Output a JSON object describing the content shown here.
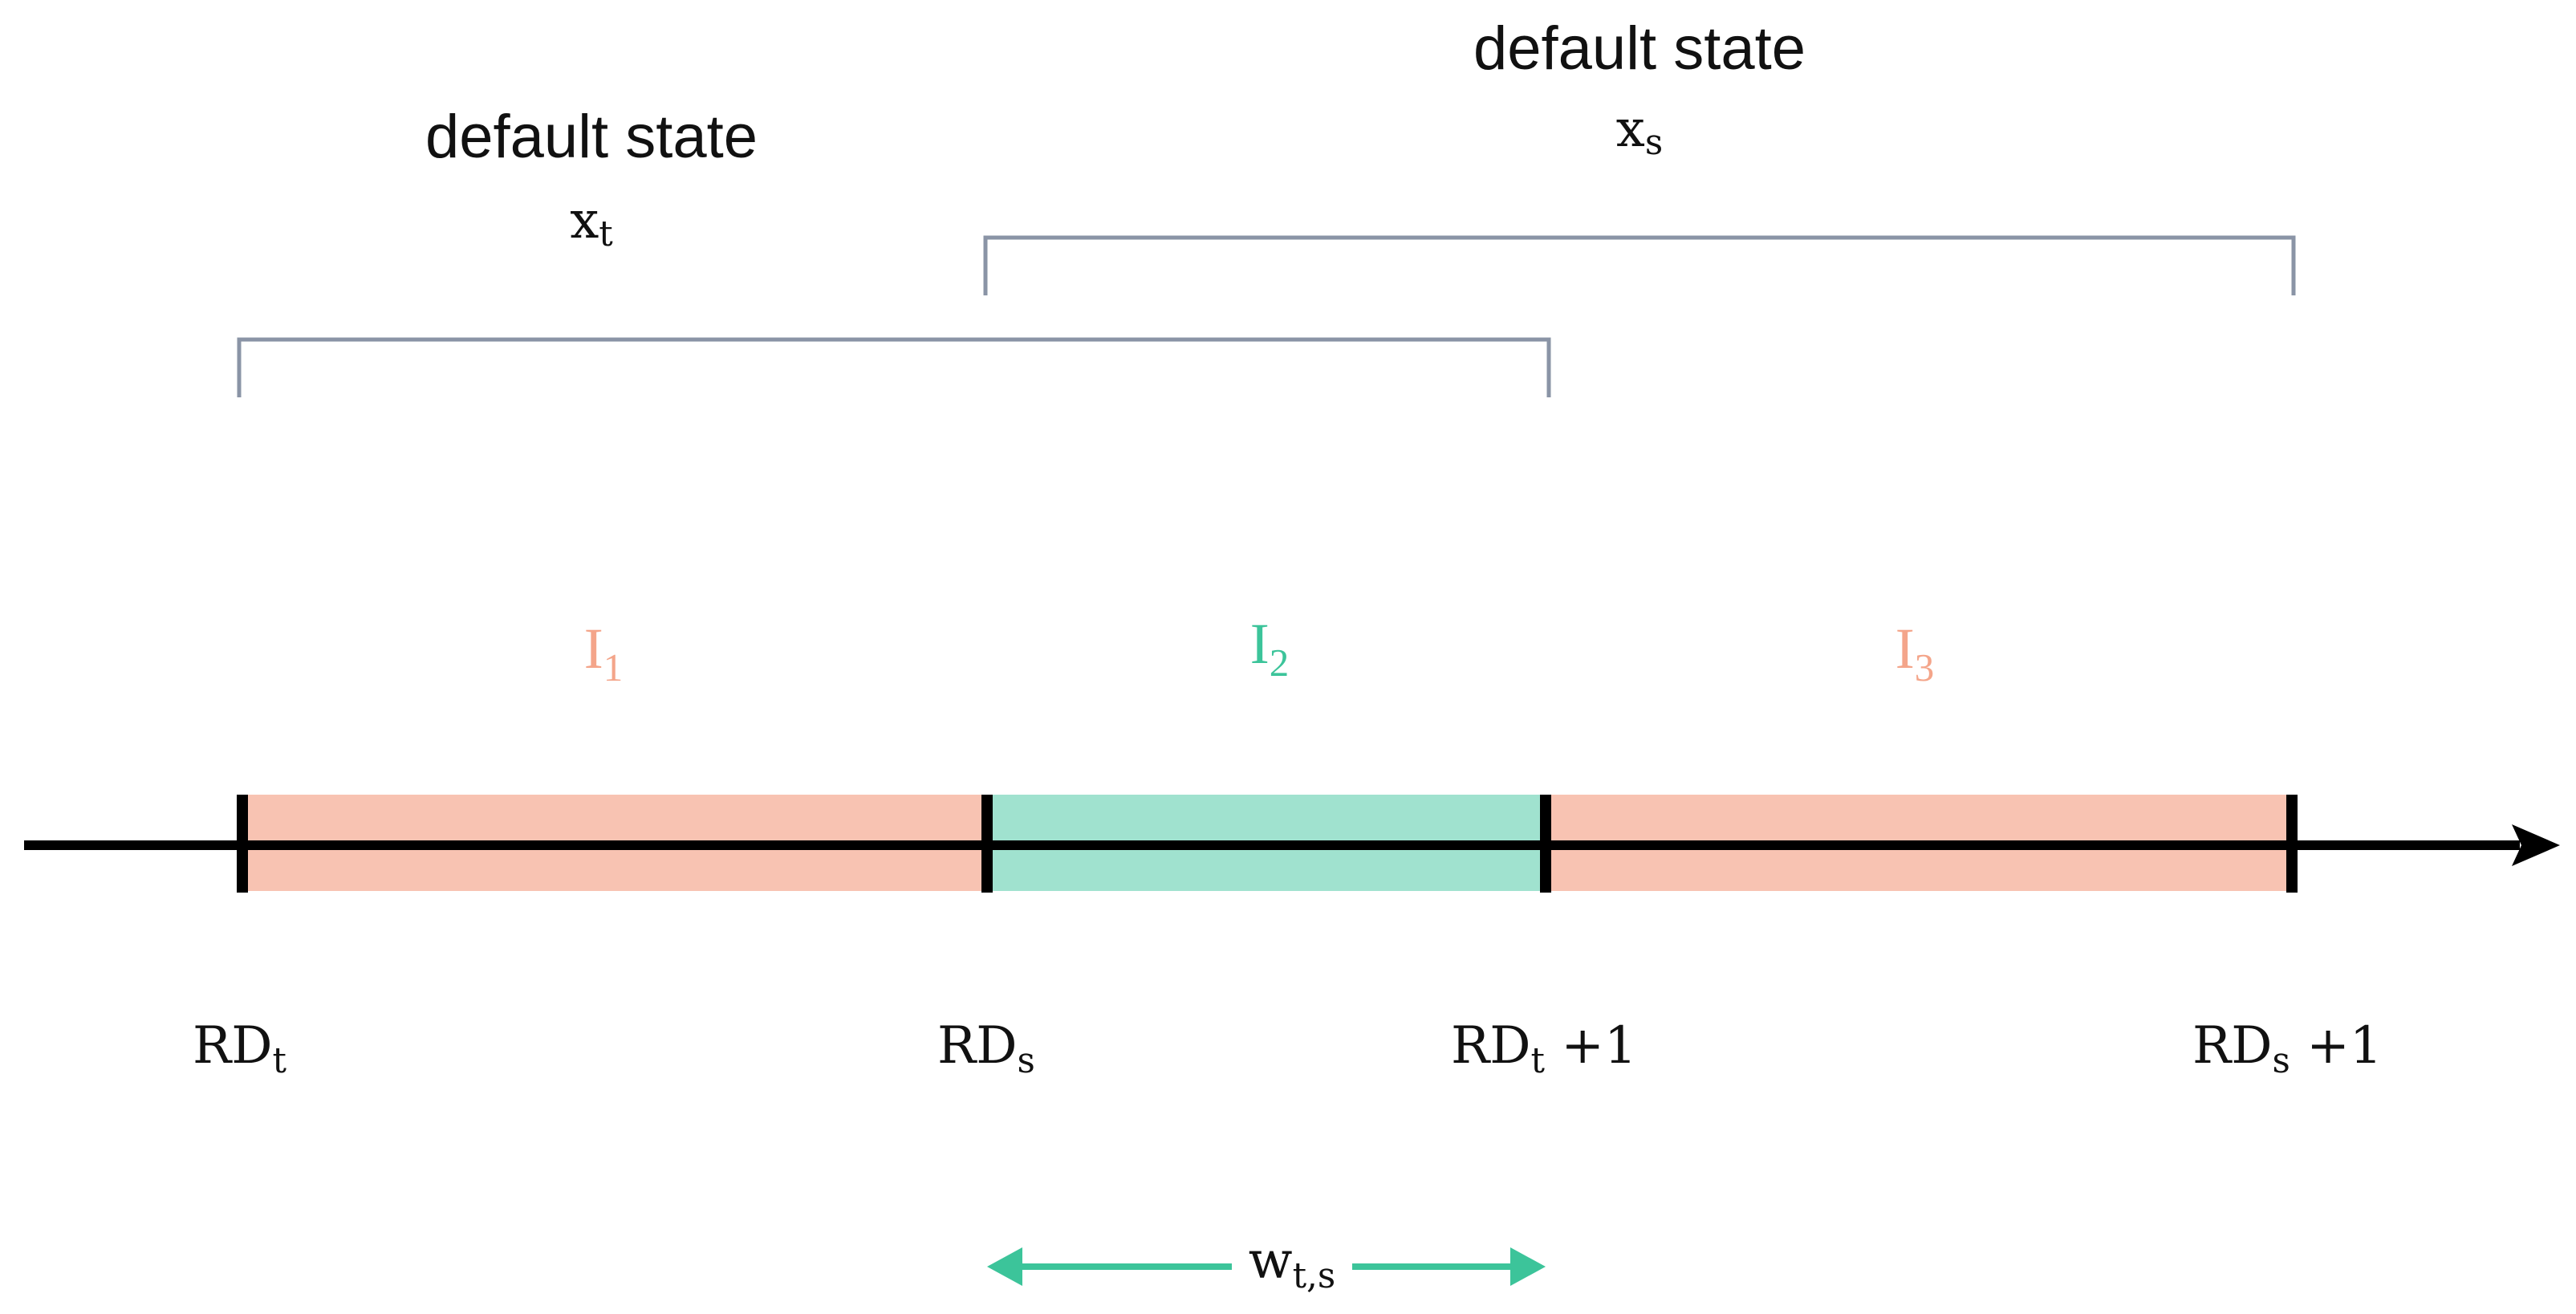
{
  "top_labels": {
    "xt": {
      "title": "default state",
      "var": "x",
      "sub": "t"
    },
    "xs": {
      "title": "default state",
      "var": "x",
      "sub": "s"
    }
  },
  "intervals": [
    {
      "name": "I",
      "sub": "1",
      "color": "#F4A58A",
      "fill": "#F8C3B2"
    },
    {
      "name": "I",
      "sub": "2",
      "color": "#3CC49A",
      "fill": "#A0E2CF"
    },
    {
      "name": "I",
      "sub": "3",
      "color": "#F4A58A",
      "fill": "#F8C3B2"
    }
  ],
  "axis_labels": [
    {
      "base": "RD",
      "sub": "t",
      "suffix": ""
    },
    {
      "base": "RD",
      "sub": "s",
      "suffix": ""
    },
    {
      "base": "RD",
      "sub": "t",
      "suffix": " +1"
    },
    {
      "base": "RD",
      "sub": "s",
      "suffix": " +1"
    }
  ],
  "width_label": {
    "var": "w",
    "sub": "t,s",
    "color": "#3CC49A"
  },
  "colors": {
    "axis": "#000000",
    "bracket": "#8A94A6"
  }
}
